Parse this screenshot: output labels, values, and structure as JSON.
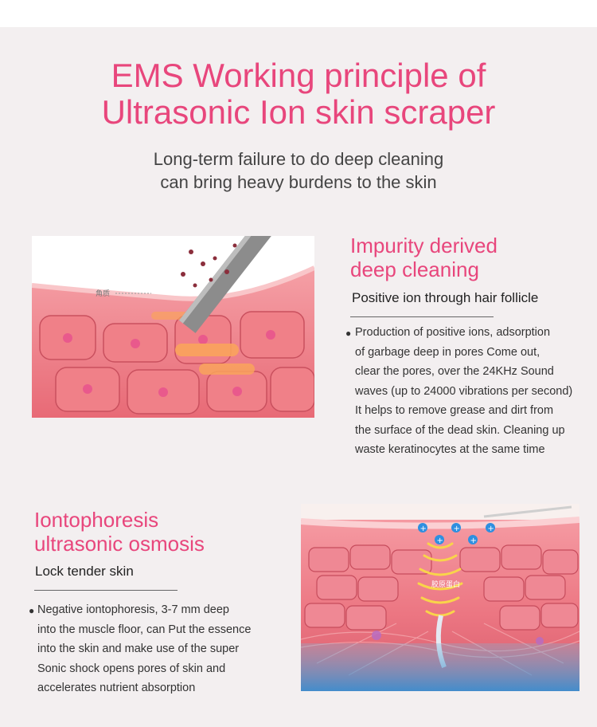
{
  "title": {
    "line1": "EMS Working principle of",
    "line2": "Ultrasonic Ion skin scraper"
  },
  "subtitle": {
    "line1": "Long-term failure to do deep cleaning",
    "line2": "can bring heavy burdens to the skin"
  },
  "section1": {
    "heading_line1": "Impurity derived",
    "heading_line2": "deep cleaning",
    "subheading": "Positive ion through hair follicle",
    "image_label": "角质",
    "body": [
      "Production of positive ions, adsorption",
      "of garbage deep in pores Come out,",
      "clear the pores, over the 24KHz Sound",
      "waves (up to 24000 vibrations per second)",
      "It helps to remove grease and dirt from",
      "the surface of the dead skin. Cleaning up",
      "waste keratinocytes at the same time"
    ]
  },
  "section2": {
    "heading_line1": "Iontophoresis",
    "heading_line2": "ultrasonic osmosis",
    "subheading": "Lock tender skin",
    "image_label": "胶原蛋白",
    "body": [
      "Negative iontophoresis, 3-7 mm deep",
      "into the muscle floor, can Put the essence",
      "into the skin and make use of the super",
      "Sonic shock opens pores of skin and",
      "accelerates nutrient absorption"
    ]
  },
  "colors": {
    "accent": "#e8467c",
    "panel_bg": "#f3eff0",
    "skin": "#f2858f",
    "ion": "#2f8fe0"
  },
  "icons": {
    "bullet": "bullet-dot-icon",
    "ion": "plus-ion-icon"
  }
}
